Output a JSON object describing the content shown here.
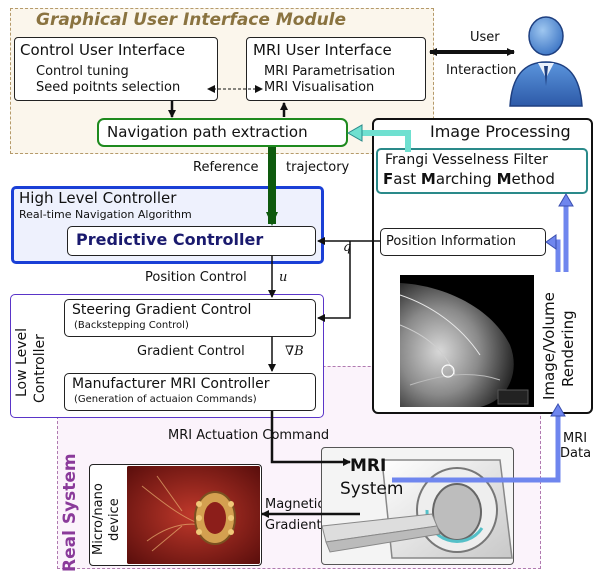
{
  "gui_module": {
    "title": "Graphical User Interface Module",
    "control_ui": {
      "title": "Control User Interface",
      "line1": "Control tuning",
      "line2": "Seed poitnts selection"
    },
    "mri_ui": {
      "title": "MRI User Interface",
      "line1": "MRI Parametrisation",
      "line2": "MRI Visualisation"
    },
    "nav_path": "Navigation path extraction"
  },
  "user": {
    "label": "User",
    "interaction": "Interaction"
  },
  "image_processing": {
    "title": "Image Processing",
    "frangi_line1": "Frangi Vesselness Filter",
    "fmm_F": "F",
    "fmm_ast": "ast ",
    "fmm_M1": "M",
    "fmm_arching": "arching ",
    "fmm_M2": "M",
    "fmm_ethod": "ethod",
    "position_info": "Position Information",
    "render_line1": "Image/Volume",
    "render_line2": "Rendering"
  },
  "reference_trajectory": {
    "word1": "Reference",
    "word2": "trajectory"
  },
  "high_level": {
    "title": "High Level Controller",
    "subtitle": "Real-time Navigation Algorithm",
    "predictive": "Predictive Controller"
  },
  "q_label": "q",
  "position_control": {
    "label": "Position Control",
    "symbol": "u"
  },
  "low_level": {
    "side_line1": "Low Level",
    "side_line2": "Controller",
    "steering": "Steering Gradient Control",
    "steering_sub": "(Backstepping Control)",
    "gradient_control": "Gradient Control",
    "gradient_symbol": "∇B",
    "manufacturer": "Manufacturer MRI Controller",
    "manufacturer_sub": "(Generation of actuaion Commands)"
  },
  "mri_actuation": "MRI Actuation Command",
  "real_system": {
    "side_label": "Real System",
    "device_line1": "Micro/nano",
    "device_line2": "device",
    "magnetic": "Magnetic",
    "gradient": "Gradient",
    "mri_line1": "MRI",
    "mri_line2": "System",
    "mri_data_line1": "MRI",
    "mri_data_line2": "Data"
  },
  "colors": {
    "gui_bg": "#fbf6ec",
    "gui_title": "#8a7340",
    "nav_green": "#1e8a1e",
    "high_level_blue": "#1a3fd6",
    "predictive_navy": "#1a1a6e",
    "low_level_purple": "#5a35c8",
    "real_system_purple": "#8a3a9a",
    "frangi_teal": "#2a8a8a",
    "arrow_blue": "#6f86ee",
    "arrow_cyan": "#6fe0d0"
  }
}
